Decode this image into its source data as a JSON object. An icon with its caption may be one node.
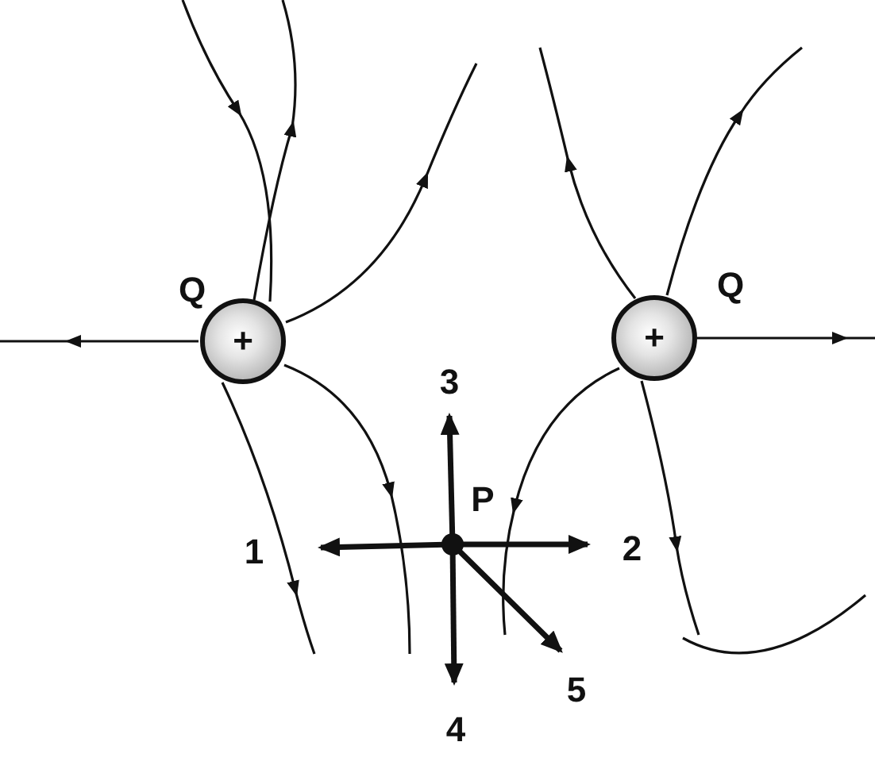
{
  "diagram": {
    "nodes": [
      {
        "text": [
          "+"
        ],
        "beside": [
          "Q"
        ]
      },
      {
        "text": [
          "+"
        ],
        "beside": [
          "Q"
        ]
      }
    ],
    "labels": [
      "3",
      "P",
      "1",
      "2",
      "5",
      "4"
    ]
  }
}
